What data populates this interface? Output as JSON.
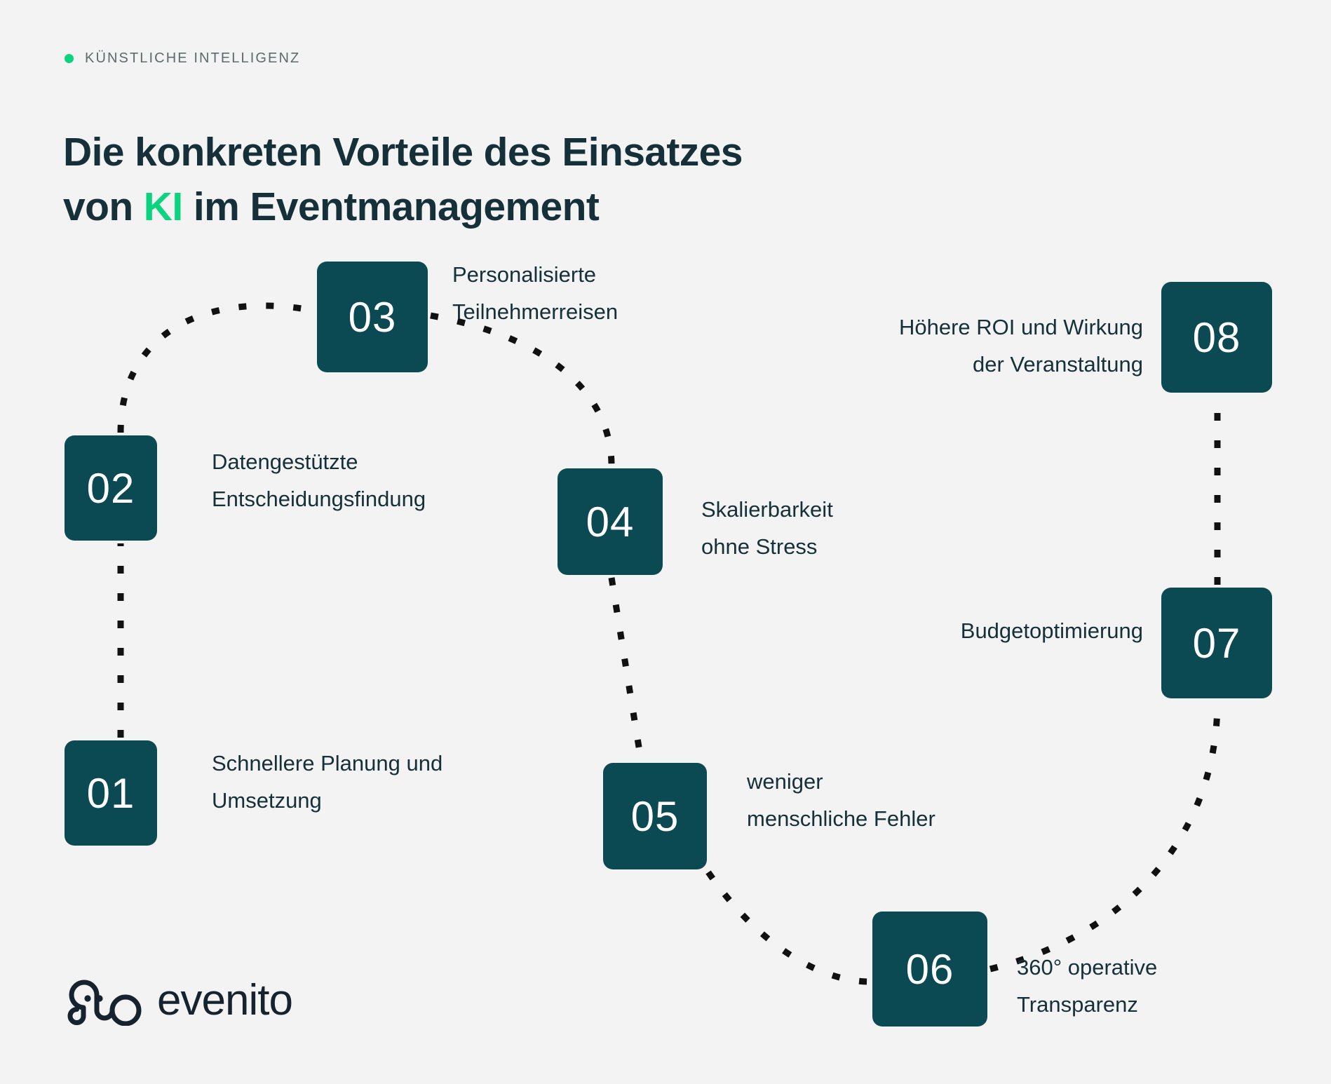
{
  "header": {
    "eyebrow": "KÜNSTLICHE INTELLIGENZ",
    "eyebrow_dot_color": "#0ad47f",
    "title_line1": "Die konkreten Vorteile des Einsatzes",
    "title_line2_before": "von ",
    "title_accent": "KI",
    "title_line2_after": " im Eventmanagement"
  },
  "theme": {
    "background": "#f2f3f2",
    "node_fill": "#0b4a52",
    "node_text": "#ffffff",
    "label_text": "#16303a",
    "accent_green": "#0ad47f",
    "connector": "#111111"
  },
  "diagram": {
    "type": "flow",
    "nodes": [
      {
        "number": "01",
        "label": "Schnellere Planung und\nUmsetzung",
        "label_side": "right"
      },
      {
        "number": "02",
        "label": "Datengestützte\nEntscheidungsfindung",
        "label_side": "right"
      },
      {
        "number": "03",
        "label": "Personalisierte\nTeilnehmerreisen",
        "label_side": "right"
      },
      {
        "number": "04",
        "label": "Skalierbarkeit\nohne Stress",
        "label_side": "right"
      },
      {
        "number": "05",
        "label": "weniger\nmenschliche Fehler",
        "label_side": "right"
      },
      {
        "number": "06",
        "label": "360° operative\nTransparenz",
        "label_side": "right"
      },
      {
        "number": "07",
        "label": "Budgetoptimierung",
        "label_side": "left"
      },
      {
        "number": "08",
        "label": "Höhere ROI und Wirkung\nder Veranstaltung",
        "label_side": "left"
      }
    ]
  },
  "footer": {
    "logo_name": "evenito",
    "logo_mark": "octopus-icon"
  }
}
